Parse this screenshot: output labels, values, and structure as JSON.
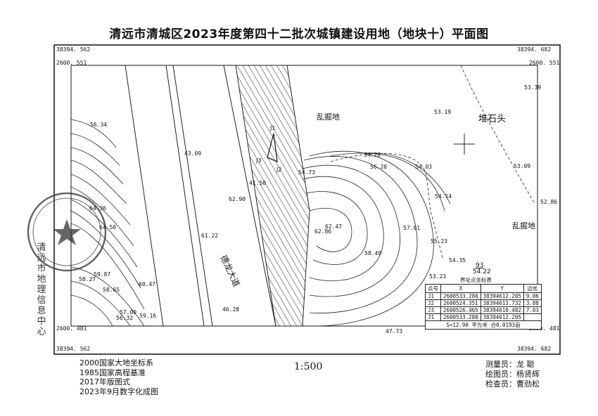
{
  "title": "清远市清城区2023年度第四十二批次城镇建设用地（地块十）平面图",
  "corners": {
    "top_left_x": "38394. 562",
    "top_right_x": "38394. 682",
    "top_left_y": "2600. 551",
    "top_right_y": "2600. 551",
    "bottom_left_y": "2600. 481",
    "bottom_right_y": "2600. 481",
    "bottom_left_x": "38394. 562",
    "bottom_right_x": "38394. 682"
  },
  "map_labels": {
    "luanjuedi_top": "乱掘地",
    "luanjuedi_right": "乱掘地",
    "duishitou": "堆石头",
    "road": "德龙大道",
    "j1": "J1",
    "j2": "J2",
    "j3": "J3",
    "parcel_num": "93",
    "parcel_area": "54.22",
    "table_title": "界址点坐标表"
  },
  "elevations": [
    "56.34",
    "43.09",
    "41.50",
    "62.90",
    "64.36",
    "64.50",
    "61.22",
    "59.87",
    "58.27",
    "58.65",
    "60.47",
    "57.00",
    "56.32",
    "59.16",
    "46.28",
    "54.73",
    "54.28",
    "56.20",
    "54.03",
    "53.19",
    "53.39",
    "53.09",
    "52.86",
    "54.14",
    "62.47",
    "62.86",
    "57.01",
    "55.23",
    "58.49",
    "54.35",
    "53.23",
    "47.73"
  ],
  "coord_table": {
    "headers": [
      "点号",
      "X",
      "Y",
      "边长"
    ],
    "rows": [
      [
        "J1",
        "2600533.280",
        "38394612.205",
        "9.06"
      ],
      [
        "J2",
        "2600524.351",
        "38394613.732",
        "3.88"
      ],
      [
        "J3",
        "2600526.465",
        "38394610.482",
        "7.03"
      ],
      [
        "J1",
        "2600533.280",
        "38394612.205",
        ""
      ]
    ],
    "area_line": "S=12.90 平方米 合0.0193亩"
  },
  "stamp_text": "清远市地理信息中心",
  "footer_left": [
    "2000国家大地坐标系",
    "1985国家高程基准",
    "2017年版图式",
    "2023年9月数字化成图"
  ],
  "scale": "1:500",
  "footer_right": [
    "测量员：龙  聪",
    "绘图员：杨贤辉",
    "检查员：曹劲松"
  ]
}
